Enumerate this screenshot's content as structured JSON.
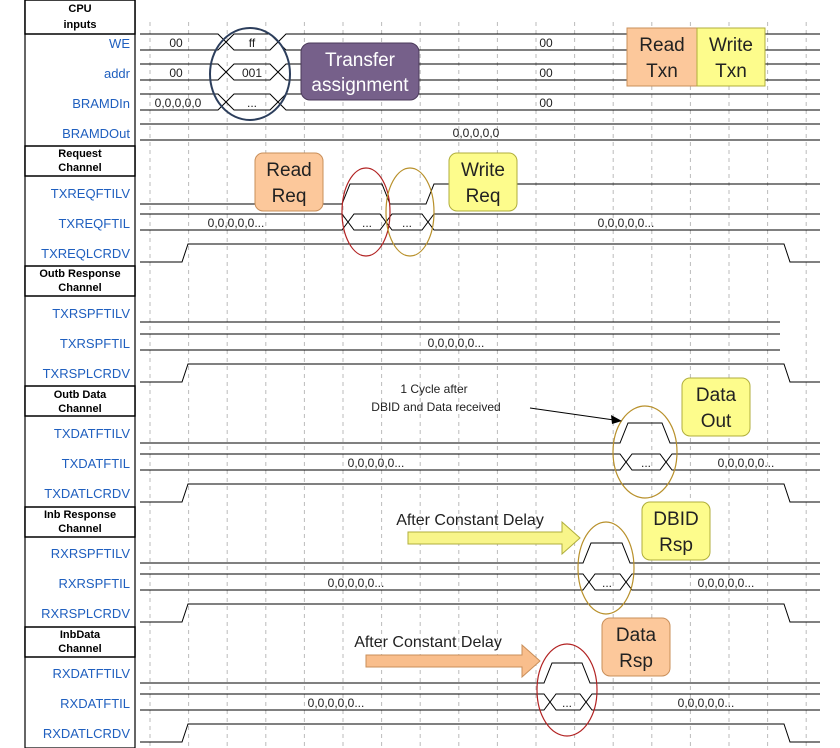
{
  "sections": [
    {
      "id": "cpu",
      "header": [
        "CPU",
        "inputs"
      ],
      "signals": [
        "WE",
        "addr",
        "BRAMDIn",
        "BRAMDOut"
      ]
    },
    {
      "id": "req",
      "header": [
        "Request",
        "Channel"
      ],
      "signals": [
        "TXREQFTILV",
        "TXREQFTIL",
        "TXREQLCRDV"
      ]
    },
    {
      "id": "orsp",
      "header": [
        "Outb Response",
        "Channel"
      ],
      "signals": [
        "TXRSPFTILV",
        "TXRSPFTIL",
        "TXRSPLCRDV"
      ]
    },
    {
      "id": "odat",
      "header": [
        "Outb Data",
        "Channel"
      ],
      "signals": [
        "TXDATFTILV",
        "TXDATFTIL",
        "TXDATLCRDV"
      ]
    },
    {
      "id": "irsp",
      "header": [
        "Inb Response",
        "Channel"
      ],
      "signals": [
        "RXRSPFTILV",
        "RXRSPFTIL",
        "RXRSPLCRDV"
      ]
    },
    {
      "id": "idat",
      "header": [
        "InbData",
        "Channel"
      ],
      "signals": [
        "RXDATFTILV",
        "RXDATFTIL",
        "RXDATLCRDV"
      ]
    }
  ],
  "values": {
    "we": [
      "00",
      "ff",
      "00"
    ],
    "addr": [
      "00",
      "001",
      "00"
    ],
    "bramdin": [
      "0,0,0,0,0",
      "...",
      "00"
    ],
    "bramdout": "0,0,0,0,0",
    "txreqftil": [
      "0,0,0,0,0...",
      "...",
      "...",
      "0,0,0,0,0..."
    ],
    "txrspftil": "0,0,0,0,0...",
    "txdatftil": [
      "0,0,0,0,0...",
      "...",
      "0,0,0,0,0..."
    ],
    "rxrspftil": [
      "0,0,0,0,0...",
      "...",
      "0,0,0,0,0..."
    ],
    "rxdatftil": [
      "0,0,0,0,0...",
      "...",
      "0,0,0,0,0..."
    ]
  },
  "annotations": {
    "transfer": [
      "Transfer",
      "assignment"
    ],
    "read_txn": [
      "Read",
      "Txn"
    ],
    "write_txn": [
      "Write",
      "Txn"
    ],
    "read_req": [
      "Read",
      "Req"
    ],
    "write_req": [
      "Write",
      "Req"
    ],
    "data_out": [
      "Data",
      "Out"
    ],
    "dbid_rsp": [
      "DBID",
      "Rsp"
    ],
    "data_rsp": [
      "Data",
      "Rsp"
    ],
    "cycle_note": [
      "1 Cycle after",
      "DBID and Data received"
    ],
    "delay1": "After Constant Delay",
    "delay2": "After Constant Delay"
  },
  "colors": {
    "signal_label": "#1f5fbf",
    "orange_box": "#fcc89b",
    "orange_border": "#c98f5a",
    "yellow_box": "#fdfc8c",
    "yellow_border": "#b0ae3c",
    "purple_box": "#76608a",
    "delay_arrow_yellow": "#f8f58a",
    "delay_arrow_orange": "#f9be8c",
    "circle_red": "#b22222",
    "circle_gold": "#b8902a",
    "circle_navy": "#2c3e5c"
  }
}
